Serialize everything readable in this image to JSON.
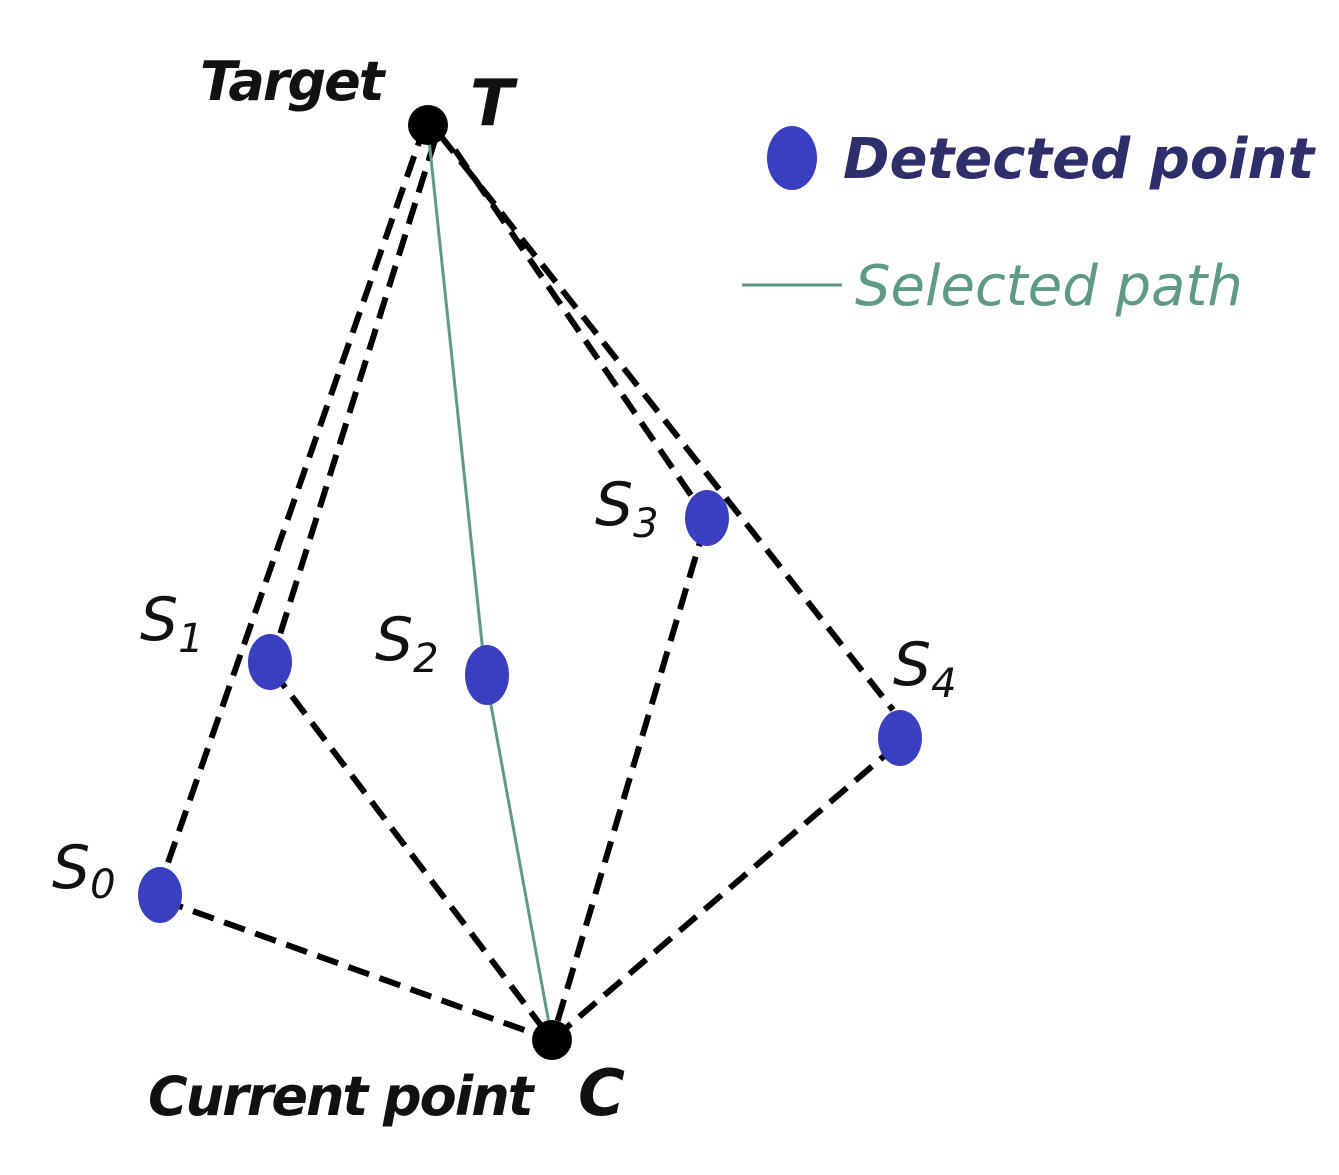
{
  "nodes": {
    "target": {
      "word": "Target",
      "letter": "T"
    },
    "current": {
      "word": "Current point",
      "letter": "C"
    },
    "detected": [
      {
        "letter": "S",
        "sub": "0"
      },
      {
        "letter": "S",
        "sub": "1"
      },
      {
        "letter": "S",
        "sub": "2"
      },
      {
        "letter": "S",
        "sub": "3"
      },
      {
        "letter": "S",
        "sub": "4"
      }
    ]
  },
  "legend": {
    "detected_label": "Detected point",
    "selected_label": "Selected path"
  },
  "colors": {
    "detected_point": "#3a3fbf",
    "endpoint": "#000000",
    "selected_path": "#5f9a88",
    "dashed_path": "#000000",
    "detected_label_text": "#2e2e6a"
  }
}
